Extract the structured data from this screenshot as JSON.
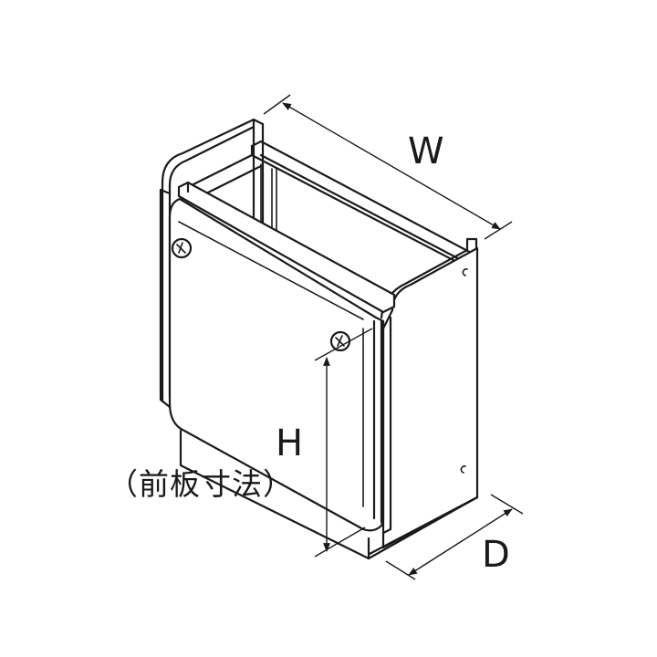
{
  "diagram": {
    "type": "isometric product line drawing",
    "subject": "box-shaped cover with front plate, side plates and top frame",
    "colors": {
      "line": "#1a1a1a",
      "background": "#ffffff"
    }
  },
  "dimensions": {
    "width": {
      "label": "W"
    },
    "height": {
      "label": "H",
      "note": "（前板寸法）"
    },
    "depth": {
      "label": "D"
    }
  },
  "parts": {
    "screws": [
      "screw-top-left",
      "screw-front-right"
    ],
    "holes": [
      "hole-side-upper",
      "hole-side-lower"
    ]
  }
}
